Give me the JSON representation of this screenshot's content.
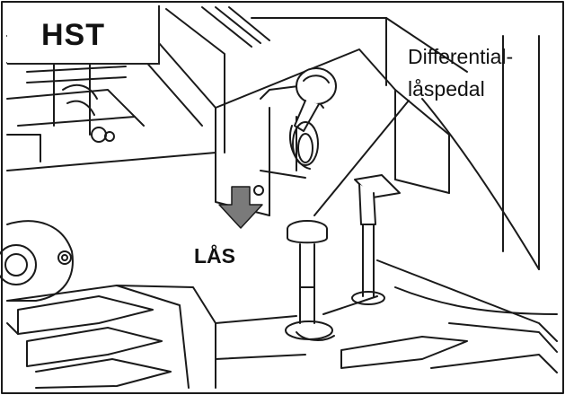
{
  "title_box": {
    "text": "HST"
  },
  "lock_label": {
    "text": "LÅS"
  },
  "callout": {
    "line1": "Differential-",
    "line2": "låspedal"
  },
  "colors": {
    "line": "#1a1a1a",
    "arrow_fill": "#7a7a7a",
    "background": "#ffffff"
  },
  "icons": {
    "down_arrow": "down-arrow-icon"
  }
}
